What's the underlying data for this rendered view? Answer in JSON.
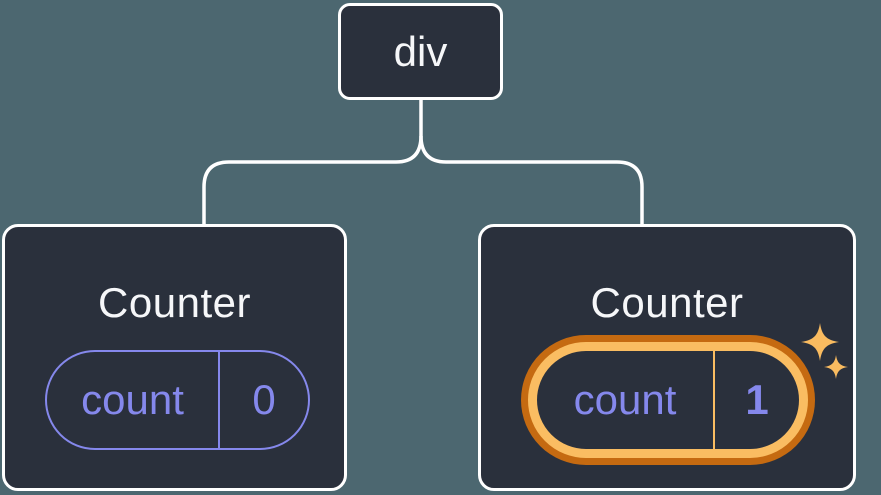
{
  "diagram": {
    "root": {
      "label": "div"
    },
    "children": [
      {
        "title": "Counter",
        "state_key": "count",
        "state_value": "0",
        "highlighted": false
      },
      {
        "title": "Counter",
        "state_key": "count",
        "state_value": "1",
        "highlighted": true
      }
    ]
  },
  "icons": {
    "sparkle_large": "sparkle-icon",
    "sparkle_small": "sparkle-icon"
  },
  "colors": {
    "page_background": "#4C6770",
    "card_background": "#2A303C",
    "card_border": "#FFFFFF",
    "connector": "#FFFFFF",
    "title_text": "#F6F7F9",
    "state_accent": "#8588EC",
    "highlight_ring_outer": "#C56A11",
    "highlight_ring_inner": "#FABD62",
    "sparkle": "#F9BB60"
  }
}
